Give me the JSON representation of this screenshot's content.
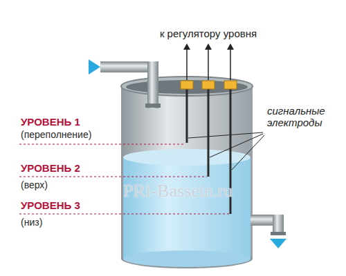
{
  "diagram": {
    "labels": [
      "к регулятору уровня",
      "сигнальные электроды",
      "УРОВЕНЬ 1",
      "(переполнение)",
      "УРОВЕНЬ 2",
      "(верх)",
      "УРОВЕНЬ 3",
      "(низ)",
      "PRI-Bassein.ru"
    ]
  }
}
